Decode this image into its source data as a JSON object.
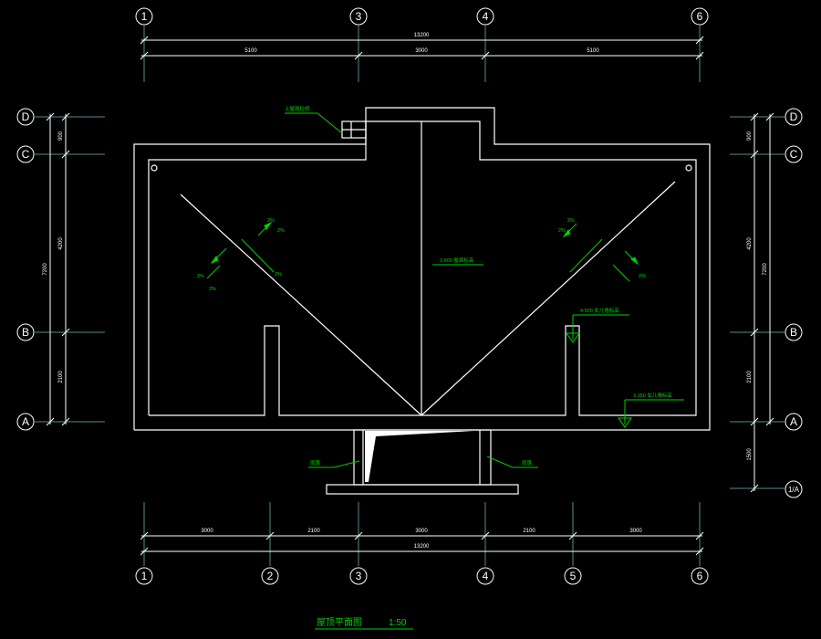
{
  "drawing": {
    "title": "屋顶平面图",
    "scale": "1:50",
    "colors": {
      "background": "#000000",
      "wall": "#ffffff",
      "dimension": "#ffffff",
      "grid": "#5a8a8a",
      "annotation": "#00d000"
    }
  },
  "grid_axes": {
    "top": [
      "1",
      "3",
      "4",
      "6"
    ],
    "bottom": [
      "1",
      "2",
      "3",
      "4",
      "5",
      "6"
    ],
    "left": [
      "D",
      "C",
      "B",
      "A"
    ],
    "right": [
      "D",
      "C",
      "B",
      "A",
      "1/A"
    ]
  },
  "dimensions": {
    "top_total": "13200",
    "top_segments": [
      "5100",
      "3000",
      "5100"
    ],
    "bottom_total": "13200",
    "bottom_segments": [
      "3000",
      "2100",
      "3000",
      "2100",
      "3000"
    ],
    "left_segments": [
      "900",
      "4200",
      "2100"
    ],
    "left_total": "7200",
    "right_segments": [
      "900",
      "4200",
      "2100",
      "1500"
    ],
    "right_total": "7200"
  },
  "annotations": {
    "slopes": [
      "2%",
      "2%",
      "2%",
      "2%",
      "2%",
      "2%",
      "2%",
      "2%"
    ],
    "top_note": "上屋面检修",
    "mid_elevation": "3.600 屋面标高",
    "right_elevation": "4.500 女儿墙标高",
    "low_elevation": "3.150 女儿墙标高",
    "left_callout": "雨篷",
    "right_callout": "雨篷"
  }
}
